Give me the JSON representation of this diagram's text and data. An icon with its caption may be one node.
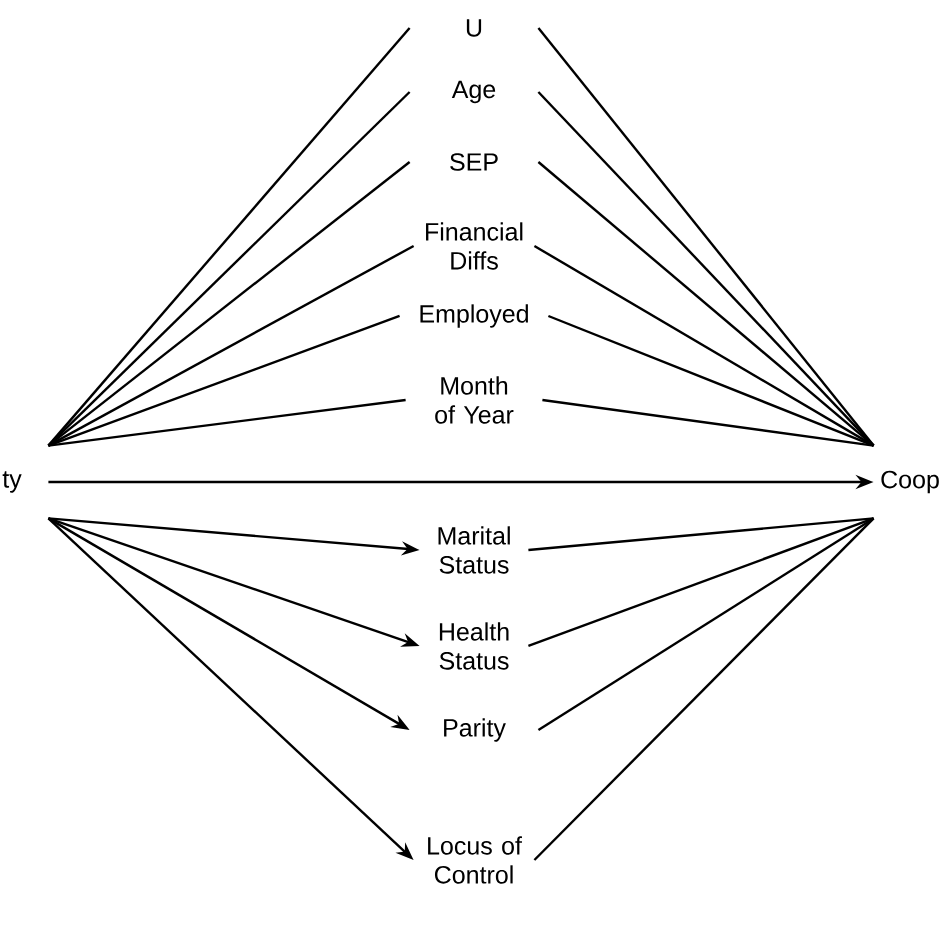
{
  "diagram": {
    "nodes": [
      {
        "text": [
          "U"
        ]
      },
      {
        "text": [
          "Age"
        ]
      },
      {
        "text": [
          "SEP"
        ]
      },
      {
        "text": [
          "Financial Diffs"
        ]
      },
      {
        "text": [
          "Employed"
        ]
      },
      {
        "text": [
          "Month of Year"
        ]
      },
      {
        "text": [
          "ty"
        ]
      },
      {
        "text": [
          "Coop"
        ]
      },
      {
        "text": [
          "Marital Status"
        ]
      },
      {
        "text": [
          "Health Status"
        ]
      },
      {
        "text": [
          "Parity"
        ]
      },
      {
        "text": [
          "Locus of Control"
        ]
      }
    ],
    "edges": [
      {
        "from": 6,
        "to": 0,
        "arrow": "none"
      },
      {
        "from": 6,
        "to": 1,
        "arrow": "none"
      },
      {
        "from": 6,
        "to": 2,
        "arrow": "none"
      },
      {
        "from": 6,
        "to": 3,
        "arrow": "none"
      },
      {
        "from": 6,
        "to": 4,
        "arrow": "none"
      },
      {
        "from": 6,
        "to": 5,
        "arrow": "none"
      },
      {
        "from": 0,
        "to": 7,
        "arrow": "none"
      },
      {
        "from": 1,
        "to": 7,
        "arrow": "none"
      },
      {
        "from": 2,
        "to": 7,
        "arrow": "none"
      },
      {
        "from": 3,
        "to": 7,
        "arrow": "none"
      },
      {
        "from": 4,
        "to": 7,
        "arrow": "none"
      },
      {
        "from": 5,
        "to": 7,
        "arrow": "none"
      },
      {
        "from": 6,
        "to": 7,
        "arrow": "to"
      },
      {
        "from": 6,
        "to": 8,
        "arrow": "to"
      },
      {
        "from": 6,
        "to": 9,
        "arrow": "to"
      },
      {
        "from": 6,
        "to": 10,
        "arrow": "to"
      },
      {
        "from": 6,
        "to": 11,
        "arrow": "to"
      },
      {
        "from": 8,
        "to": 7,
        "arrow": "none"
      },
      {
        "from": 9,
        "to": 7,
        "arrow": "none"
      },
      {
        "from": 10,
        "to": 7,
        "arrow": "none"
      },
      {
        "from": 11,
        "to": 7,
        "arrow": "none"
      }
    ]
  }
}
